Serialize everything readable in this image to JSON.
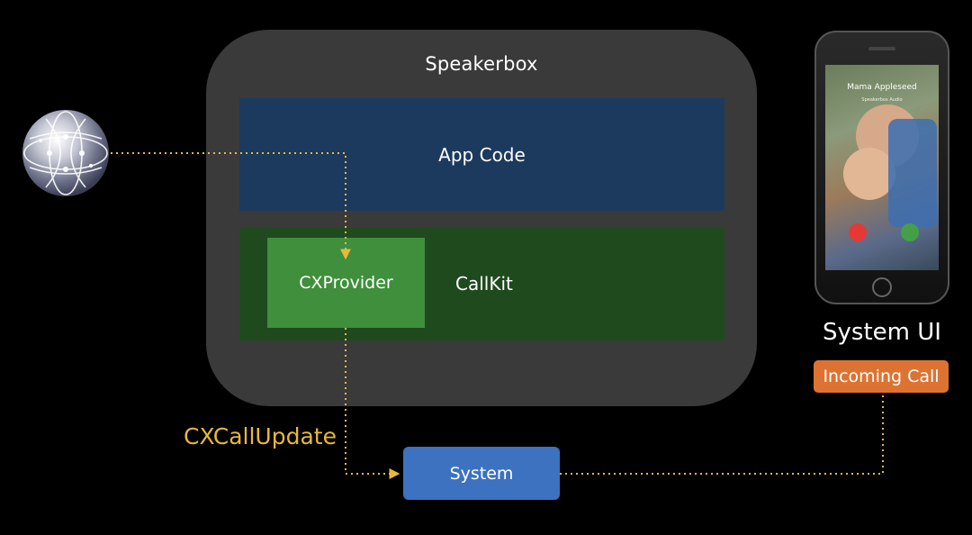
{
  "speakerbox": {
    "title": "Speakerbox"
  },
  "app_code": {
    "label": "App Code"
  },
  "callkit": {
    "label": "CallKit"
  },
  "cxprovider": {
    "label": "CXProvider"
  },
  "system": {
    "label": "System"
  },
  "cxcallupdate": {
    "label": "CXCallUpdate"
  },
  "system_ui": {
    "label": "System UI",
    "incoming_call_label": "Incoming Call",
    "phone": {
      "caller_name": "Mama Appleseed",
      "caller_sub": "Speakerbox Audio"
    }
  },
  "colors": {
    "background": "#000000",
    "speakerbox_bg": "#3a3a3a",
    "app_code_bg": "#1c3a5e",
    "callkit_bg": "#1f4a1e",
    "cxprovider_bg": "#3f8f3c",
    "system_bg": "#3c72c0",
    "incoming_call_bg": "#dd7332",
    "connector": "#e7b93a"
  },
  "icons": {
    "globe": "globe-icon",
    "phone": "iphone-icon"
  }
}
